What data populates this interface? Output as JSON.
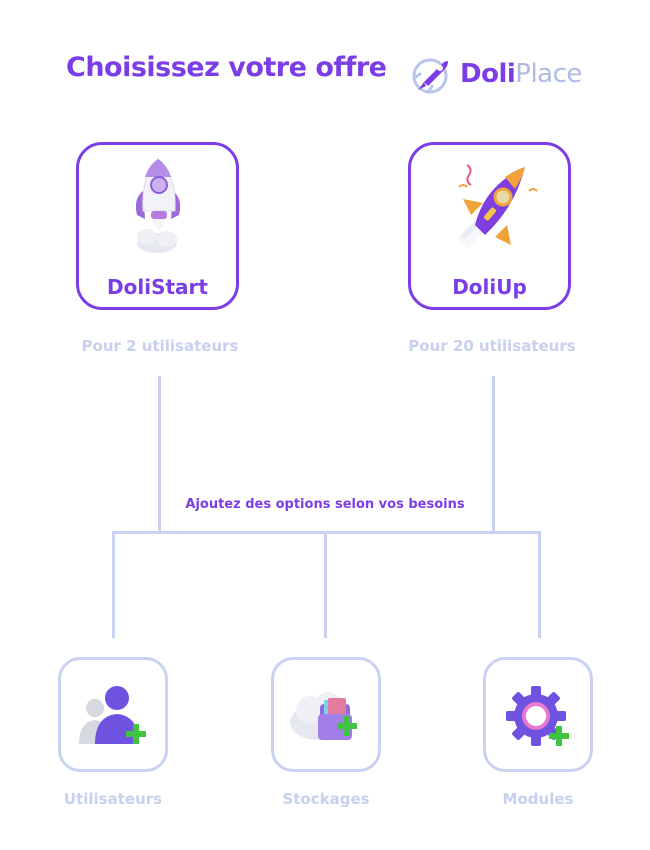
{
  "header": {
    "title": "Choisissez votre offre",
    "brand_doli": "Doli",
    "brand_place": "Place",
    "brand_icon": "rocket-icon"
  },
  "offers": [
    {
      "name": "DoliStart",
      "subtitle": "Pour 2 utilisateurs",
      "icon": "rocket-white-icon"
    },
    {
      "name": "DoliUp",
      "subtitle": "Pour 20 utilisateurs",
      "icon": "rocket-purple-icon"
    }
  ],
  "options_label": "Ajoutez des options selon vos besoins",
  "options": [
    {
      "label": "Utilisateurs",
      "icon": "add-users-icon"
    },
    {
      "label": "Stockages",
      "icon": "add-storage-icon"
    },
    {
      "label": "Modules",
      "icon": "add-module-gear-icon"
    }
  ],
  "colors": {
    "accent": "#7b3ee6",
    "muted_text": "#c7d0ef",
    "lines": "#c9d3f1",
    "plus_green": "#3ec43e"
  }
}
